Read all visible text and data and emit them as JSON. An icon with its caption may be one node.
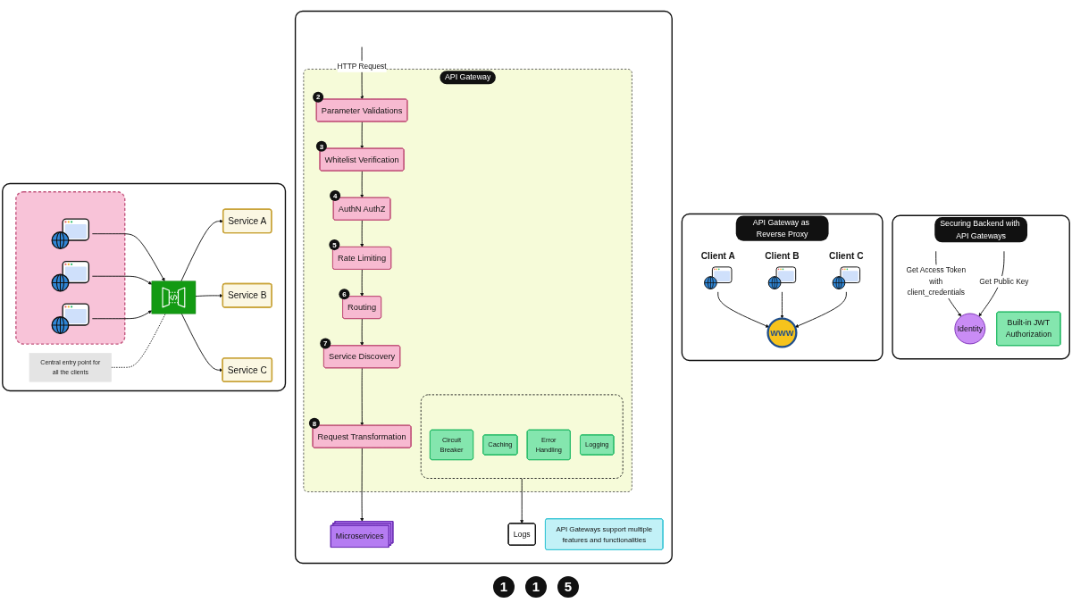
{
  "diagram": {
    "nodes": [
      {
        "text": [],
        "shape": "box"
      },
      {
        "text": [],
        "shape": "box",
        "in": 0
      },
      {
        "text": [],
        "shape": "picture",
        "in": 1
      },
      {
        "text": [],
        "shape": "picture",
        "in": 1
      },
      {
        "text": [],
        "shape": "picture",
        "in": 1
      },
      {
        "text": [
          "Central entry point for all the clients"
        ],
        "in": 0
      },
      {
        "text": [],
        "shape": "picture",
        "in": 0
      },
      {
        "text": [
          "Service A"
        ],
        "in": 0
      },
      {
        "text": [
          "Service B"
        ],
        "in": 0
      },
      {
        "text": [
          "Service C"
        ],
        "in": 0
      },
      {
        "text": [],
        "shape": "box"
      },
      {
        "text": [
          "API Gateway"
        ],
        "in": 10
      },
      {
        "text": [
          "Parameter Validations"
        ],
        "beside": [
          "2"
        ],
        "in": 11
      },
      {
        "text": [
          "Whitelist Verification"
        ],
        "beside": [
          "3"
        ],
        "in": 11
      },
      {
        "text": [
          "AuthN AuthZ"
        ],
        "beside": [
          "4"
        ],
        "in": 11
      },
      {
        "text": [
          "Service Discovery"
        ],
        "beside": [
          "7"
        ],
        "in": 11
      },
      {
        "text": [
          "Routing"
        ],
        "beside": [
          "6"
        ],
        "in": 11
      },
      {
        "text": [
          "Rate Limiting"
        ],
        "beside": [
          "5"
        ],
        "in": 11
      },
      {
        "text": [
          "Request Transformation"
        ],
        "beside": [
          "8"
        ],
        "in": 11
      },
      {
        "text": [],
        "shape": "box",
        "in": 11
      },
      {
        "text": [
          "Circuit Breaker"
        ],
        "in": 19
      },
      {
        "text": [
          "Caching"
        ],
        "in": 19
      },
      {
        "text": [
          "Error Handling"
        ],
        "in": 19
      },
      {
        "text": [
          "Logging"
        ],
        "in": 19
      },
      {
        "text": [
          "Microservices"
        ],
        "in": 10
      },
      {
        "text": [
          "Logs"
        ],
        "in": 10
      },
      {
        "text": [
          "API Gateways support multiple features and functionalities"
        ],
        "in": 10
      },
      {
        "text": [
          "API Gateway as Reverse Proxy"
        ]
      },
      {
        "text": [
          "Client A"
        ],
        "in": 27
      },
      {
        "text": [
          "Client B"
        ],
        "in": 27
      },
      {
        "text": [
          "Client C"
        ],
        "in": 27
      },
      {
        "text": [
          "WWW"
        ],
        "in": 27
      },
      {
        "text": [
          "Securing Backend with API Gateways"
        ]
      },
      {
        "text": [
          "Identity"
        ],
        "in": 32
      },
      {
        "text": [
          "Built-in JWT Authorization"
        ],
        "in": 32
      }
    ],
    "edges": [
      {
        "from": 2,
        "to": 6,
        "arrow": "to"
      },
      {
        "from": 3,
        "to": 6,
        "arrow": "to"
      },
      {
        "from": 4,
        "to": 6,
        "arrow": "to"
      },
      {
        "from": 5,
        "to": 6,
        "arrow": "none",
        "style": "dashed"
      },
      {
        "from": 6,
        "to": 7,
        "arrow": "to"
      },
      {
        "from": 6,
        "to": 8,
        "arrow": "to"
      },
      {
        "from": 6,
        "to": 9,
        "arrow": "to"
      },
      {
        "from": null,
        "to": 12,
        "arrow": "to",
        "label": "HTTP Request"
      },
      {
        "from": 12,
        "to": 13,
        "arrow": "to"
      },
      {
        "from": 13,
        "to": 14,
        "arrow": "to"
      },
      {
        "from": 14,
        "to": 17,
        "arrow": "to"
      },
      {
        "from": 17,
        "to": 16,
        "arrow": "to"
      },
      {
        "from": 16,
        "to": 15,
        "arrow": "to"
      },
      {
        "from": 15,
        "to": 18,
        "arrow": "to"
      },
      {
        "from": 18,
        "to": 24,
        "arrow": "to"
      },
      {
        "from": 19,
        "to": 25,
        "arrow": "to"
      },
      {
        "from": 28,
        "to": 31,
        "arrow": "to"
      },
      {
        "from": 29,
        "to": 31,
        "arrow": "to"
      },
      {
        "from": 30,
        "to": 31,
        "arrow": "to"
      },
      {
        "from": null,
        "to": 33,
        "arrow": "to",
        "label": "Get Access Token with client_credentials"
      },
      {
        "from": null,
        "to": 33,
        "arrow": "to",
        "label": "Get Public Key"
      }
    ],
    "labels": [
      "1",
      "1",
      "5"
    ]
  }
}
